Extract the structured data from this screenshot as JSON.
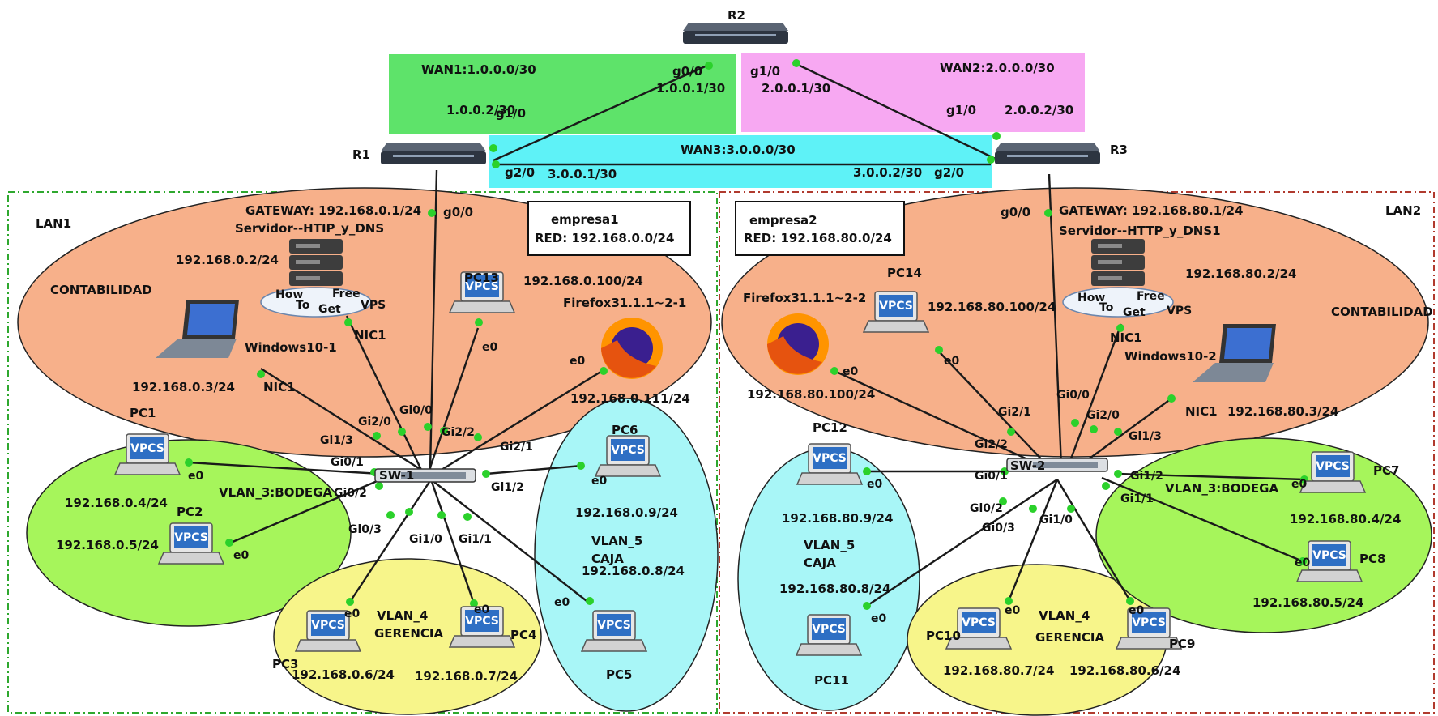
{
  "colors": {
    "wan1": "#5ee36a",
    "wan2": "#f7a8f2",
    "wan3": "#5ef2f7",
    "lan_orange": "#f7b08a",
    "vlan3_green": "#a6f55b",
    "vlan4_yellow": "#f7f58a",
    "vlan5_cyan": "#a8f6f7",
    "link_dot": "#2bd12b",
    "lan1_border": "#2ea82e",
    "lan2_border": "#b03a2e"
  },
  "routers": {
    "r1": "R1",
    "r2": "R2",
    "r3": "R3"
  },
  "wan": {
    "wan1": "WAN1:1.0.0.0/30",
    "wan2": "WAN2:2.0.0.0/30",
    "wan3": "WAN3:3.0.0.0/30"
  },
  "interfaces": {
    "r2_g00": "g0/0",
    "r2_g00_ip": "1.0.0.1/30",
    "r2_g10": "g1/0",
    "r2_g10_ip": "2.0.0.1/30",
    "r1_g10_ip": "1.0.0.2/30",
    "r1_g10": "g1/0",
    "r3_g10": "g1/0",
    "r3_g10_ip": "2.0.0.2/30",
    "r1_g20": "g2/0",
    "r1_g20_ip": "3.0.0.1/30",
    "r3_g20_ip": "3.0.0.2/30",
    "r3_g20": "g2/0",
    "r1_g00": "g0/0",
    "r3_g00": "g0/0"
  },
  "lan1": {
    "title": "LAN1",
    "gateway": "GATEWAY: 192.168.0.1/24",
    "server_name": "Servidor--HTIP_y_DNS",
    "server_ip": "192.168.0.2/24",
    "box_name": "empresa1",
    "box_red": "RED: 192.168.0.0/24",
    "contabilidad": "CONTABILIDAD",
    "pc13": "PC13",
    "pc13_ip": "192.168.0.100/24",
    "firefox": "Firefox31.1.1~2-1",
    "firefox_ip": "192.168.0.111/24",
    "windows": "Windows10-1",
    "windows_ip": "192.168.0.3/24",
    "nic1a": "NIC1",
    "nic1b": "NIC1",
    "switch": "SW-1",
    "pc1": "PC1",
    "pc1_ip": "192.168.0.4/24",
    "pc2": "PC2",
    "pc2_ip": "192.168.0.5/24",
    "vlan3": "VLAN_3:BODEGA",
    "pc3": "PC3",
    "pc3_ip": "192.168.0.6/24",
    "pc4": "PC4",
    "pc4_ip": "192.168.0.7/24",
    "vlan4": "VLAN_4",
    "vlan4b": "GERENCIA",
    "pc5": "PC5",
    "pc5_ip": "192.168.0.8/24",
    "pc6": "PC6",
    "pc6_ip": "192.168.0.9/24",
    "vlan5": "VLAN_5",
    "vlan5b": "CAJA"
  },
  "lan2": {
    "title": "LAN2",
    "gateway": "GATEWAY: 192.168.80.1/24",
    "server_name": "Servidor--HTTP_y_DNS1",
    "server_ip": "192.168.80.2/24",
    "box_name": "empresa2",
    "box_red": "RED: 192.168.80.0/24",
    "contabilidad": "CONTABILIDAD",
    "pc14": "PC14",
    "pc14_ip": "192.168.80.100/24",
    "firefox": "Firefox31.1.1~2-2",
    "firefox_ip": "192.168.80.100/24",
    "windows": "Windows10-2",
    "windows_ip": "192.168.80.3/24",
    "nic1a": "NIC1",
    "nic1b": "NIC1",
    "switch": "SW-2",
    "pc7": "PC7",
    "pc7_ip": "192.168.80.4/24",
    "pc8": "PC8",
    "pc8_ip": "192.168.80.5/24",
    "vlan3": "VLAN_3:BODEGA",
    "pc9": "PC9",
    "pc9_ip": "192.168.80.6/24",
    "pc10": "PC10",
    "pc10_ip": "192.168.80.7/24",
    "vlan4": "VLAN_4",
    "vlan4b": "GERENCIA",
    "pc11": "PC11",
    "pc11_ip": "192.168.80.8/24",
    "pc12": "PC12",
    "pc12_ip": "192.168.80.9/24",
    "vlan5": "VLAN_5",
    "vlan5b": "CAJA"
  },
  "ports1": {
    "gi13": "Gi1/3",
    "gi20": "Gi2/0",
    "gi00": "Gi0/0",
    "gi22": "Gi2/2",
    "gi21": "Gi2/1",
    "gi01": "Gi0/1",
    "gi02": "Gi0/2",
    "gi12": "Gi1/2",
    "gi03": "Gi0/3",
    "gi10": "Gi1/0",
    "gi11": "Gi1/1"
  },
  "ports2": {
    "gi21": "Gi2/1",
    "gi00": "Gi0/0",
    "gi20": "Gi2/0",
    "gi13": "Gi1/3",
    "gi22": "Gi2/2",
    "gi01": "Gi0/1",
    "gi12": "Gi1/2",
    "gi11": "Gi1/1",
    "gi02": "Gi0/2",
    "gi03": "Gi0/3",
    "gi10": "Gi1/0"
  },
  "e0": "e0",
  "vpcs": "VPCS",
  "cloud": {
    "how": "How",
    "to": "To",
    "get": "Get",
    "free": "Free",
    "vps": "VPS"
  }
}
